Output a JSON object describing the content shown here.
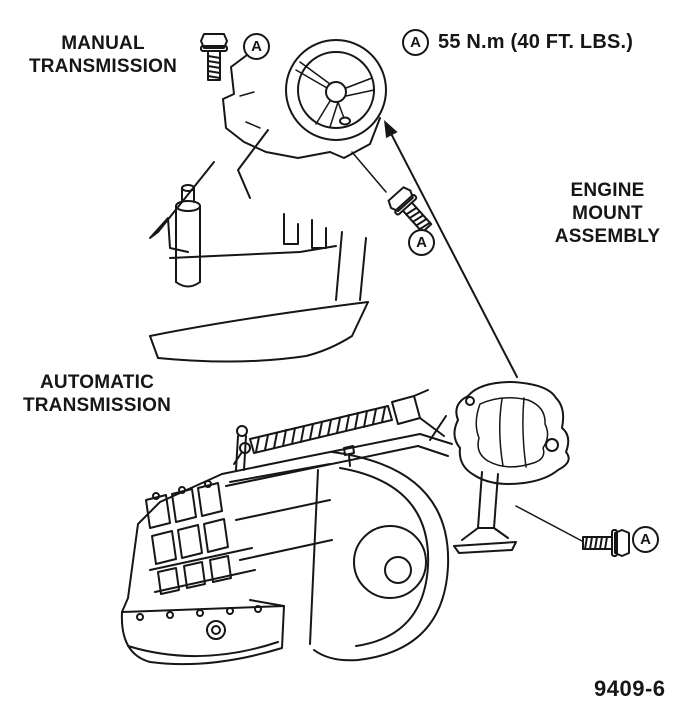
{
  "diagram": {
    "labels": {
      "manual": {
        "line1": "MANUAL",
        "line2": "TRANSMISSION"
      },
      "automatic": {
        "line1": "AUTOMATIC",
        "line2": "TRANSMISSION"
      },
      "engine_mount": {
        "line1": "ENGINE",
        "line2": "MOUNT",
        "line3": "ASSEMBLY"
      }
    },
    "torque": {
      "callout": "A",
      "text": "55 N.m (40 FT. LBS.)"
    },
    "callouts": [
      {
        "location": "manual-upper-bolt",
        "letter": "A"
      },
      {
        "location": "manual-lower-bolt",
        "letter": "A"
      },
      {
        "location": "automatic-mount-bolt",
        "letter": "A"
      }
    ],
    "figure_number": "9409-6",
    "colors": {
      "ink": "#161616",
      "paper": "#ffffff"
    }
  }
}
